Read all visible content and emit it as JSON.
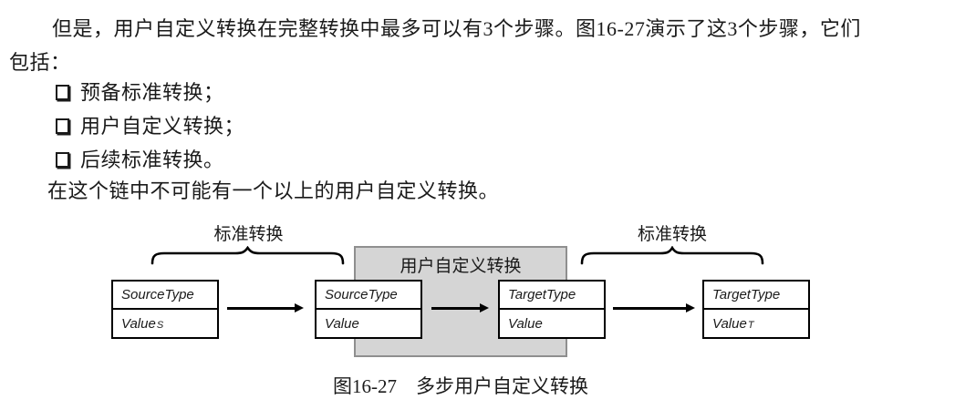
{
  "document": {
    "paragraph": {
      "line1": "但是，用户自定义转换在完整转换中最多可以有3个步骤。图16-27演示了这3个步骤，它们",
      "line2": "包括："
    },
    "bullets": [
      {
        "icon": "open-square",
        "text": "预备标准转换；"
      },
      {
        "icon": "open-square",
        "text": "用户自定义转换；"
      },
      {
        "icon": "open-square",
        "text": "后续标准转换。"
      }
    ],
    "closing": "在这个链中不可能有一个以上的用户自定义转换。"
  },
  "figure": {
    "left_brace_label": "标准转换",
    "right_brace_label": "标准转换",
    "gray_region_label": "用户自定义转换",
    "boxes": [
      {
        "type": "SourceType",
        "value": "Value",
        "value_subscript": "S"
      },
      {
        "type": "SourceType",
        "value": "Value",
        "value_subscript": ""
      },
      {
        "type": "TargetType",
        "value": "Value",
        "value_subscript": ""
      },
      {
        "type": "TargetType",
        "value": "Value",
        "value_subscript": "T"
      }
    ],
    "caption": "图16-27　多步用户自定义转换",
    "colors": {
      "gray_fill": "#d5d5d5",
      "gray_border": "#8f8f8f",
      "box_border": "#000000",
      "text": "#1a1a1a"
    }
  }
}
